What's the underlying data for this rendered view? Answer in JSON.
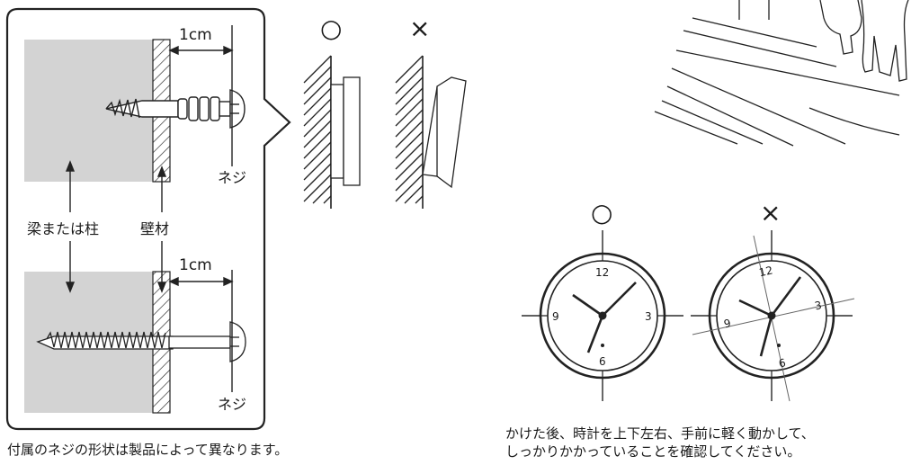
{
  "labels": {
    "gap_top": "1cm",
    "gap_bottom": "1cm",
    "screw_top": "ネジ",
    "screw_bottom": "ネジ",
    "beam": "梁または柱",
    "wall": "壁材",
    "good_mark": "○",
    "bad_mark": "×",
    "clock_good_mark": "○",
    "clock_bad_mark": "×"
  },
  "clock_numbers": [
    "12",
    "3",
    "6",
    "9"
  ],
  "captions": {
    "left": "付属のネジの形状は製品によって異なります。",
    "right_line1": "かけた後、時計を上下左右、手前に軽く動かして、",
    "right_line2": "しっかりかかっていることを確認してください。"
  }
}
